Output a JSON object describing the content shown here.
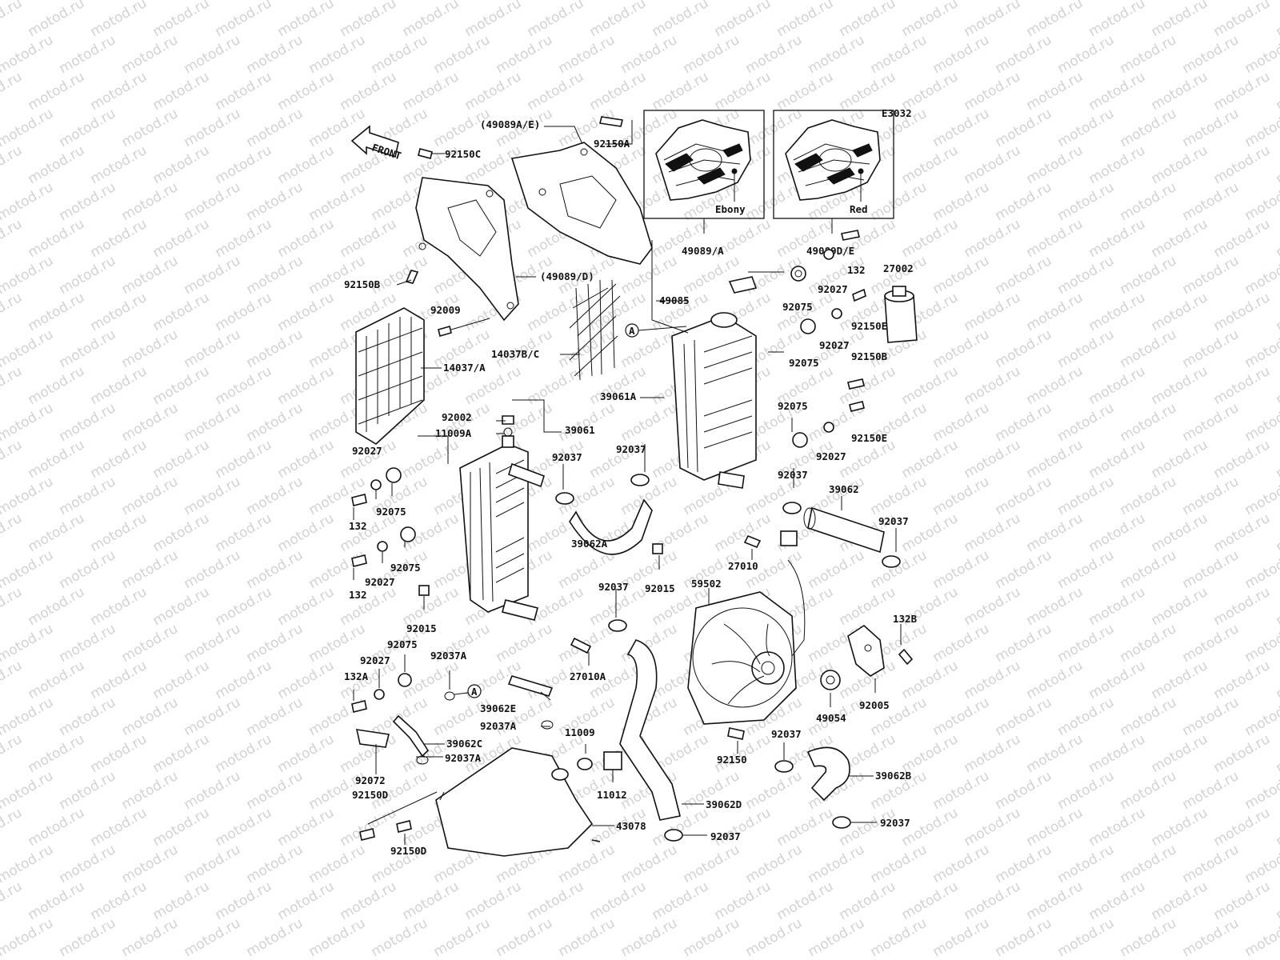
{
  "diagram_code": "E3032",
  "front_label": "FRONT",
  "watermark_text": "motod.ru",
  "colors": {
    "line": "#111111",
    "watermark": "#d2d2d2",
    "background": "#ffffff"
  },
  "variant_boxes": [
    {
      "caption": "Ebony",
      "part": "49089/A"
    },
    {
      "caption": "Red",
      "part": "49089D/E"
    }
  ],
  "callouts": [
    {
      "id": "c1",
      "text": "(49089A/E)"
    },
    {
      "id": "c2",
      "text": "92150A"
    },
    {
      "id": "c3",
      "text": "92150C"
    },
    {
      "id": "c4",
      "text": "132"
    },
    {
      "id": "c5",
      "text": "27002"
    },
    {
      "id": "c6",
      "text": "92027"
    },
    {
      "id": "c7",
      "text": "92150B"
    },
    {
      "id": "c8",
      "text": "(49089/D)"
    },
    {
      "id": "c9",
      "text": "49085"
    },
    {
      "id": "c10",
      "text": "92075"
    },
    {
      "id": "c11",
      "text": "92150E"
    },
    {
      "id": "c12",
      "text": "92009"
    },
    {
      "id": "c13",
      "text": "92027"
    },
    {
      "id": "c14",
      "text": "14037B/C"
    },
    {
      "id": "c15",
      "text": "92075"
    },
    {
      "id": "c16",
      "text": "92150B"
    },
    {
      "id": "c17",
      "text": "14037/A"
    },
    {
      "id": "c18",
      "text": "39061A"
    },
    {
      "id": "c19",
      "text": "92075"
    },
    {
      "id": "c20",
      "text": "92002"
    },
    {
      "id": "c21",
      "text": "11009A"
    },
    {
      "id": "c22",
      "text": "39061"
    },
    {
      "id": "c23",
      "text": "92150E"
    },
    {
      "id": "c24",
      "text": "92027"
    },
    {
      "id": "c25",
      "text": "92037"
    },
    {
      "id": "c26",
      "text": "92037"
    },
    {
      "id": "c27",
      "text": "92027"
    },
    {
      "id": "c28",
      "text": "92037"
    },
    {
      "id": "c29",
      "text": "39062"
    },
    {
      "id": "c30",
      "text": "132"
    },
    {
      "id": "c31",
      "text": "92075"
    },
    {
      "id": "c32",
      "text": "92037"
    },
    {
      "id": "c33",
      "text": "39062A"
    },
    {
      "id": "c34",
      "text": "27010"
    },
    {
      "id": "c35",
      "text": "92027"
    },
    {
      "id": "c36",
      "text": "92075"
    },
    {
      "id": "c37",
      "text": "132"
    },
    {
      "id": "c38",
      "text": "92037"
    },
    {
      "id": "c39",
      "text": "92015"
    },
    {
      "id": "c40",
      "text": "59502"
    },
    {
      "id": "c41",
      "text": "92015"
    },
    {
      "id": "c42",
      "text": "132B"
    },
    {
      "id": "c43",
      "text": "92075"
    },
    {
      "id": "c44",
      "text": "92027"
    },
    {
      "id": "c45",
      "text": "92037A"
    },
    {
      "id": "c46",
      "text": "132A"
    },
    {
      "id": "c47",
      "text": "27010A"
    },
    {
      "id": "c48",
      "text": "39062E"
    },
    {
      "id": "c49",
      "text": "49054"
    },
    {
      "id": "c50",
      "text": "92005"
    },
    {
      "id": "c51",
      "text": "92037A"
    },
    {
      "id": "c52",
      "text": "11009"
    },
    {
      "id": "c53",
      "text": "39062C"
    },
    {
      "id": "c54",
      "text": "92150"
    },
    {
      "id": "c55",
      "text": "92037"
    },
    {
      "id": "c56",
      "text": "92037A"
    },
    {
      "id": "c57",
      "text": "92072"
    },
    {
      "id": "c58",
      "text": "39062B"
    },
    {
      "id": "c59",
      "text": "11012"
    },
    {
      "id": "c60",
      "text": "92150D"
    },
    {
      "id": "c61",
      "text": "39062D"
    },
    {
      "id": "c62",
      "text": "92150D"
    },
    {
      "id": "c63",
      "text": "43078"
    },
    {
      "id": "c64",
      "text": "92037"
    },
    {
      "id": "c65",
      "text": "92037"
    }
  ],
  "markers": [
    {
      "id": "mA1",
      "text": "A"
    },
    {
      "id": "mA2",
      "text": "A"
    }
  ]
}
